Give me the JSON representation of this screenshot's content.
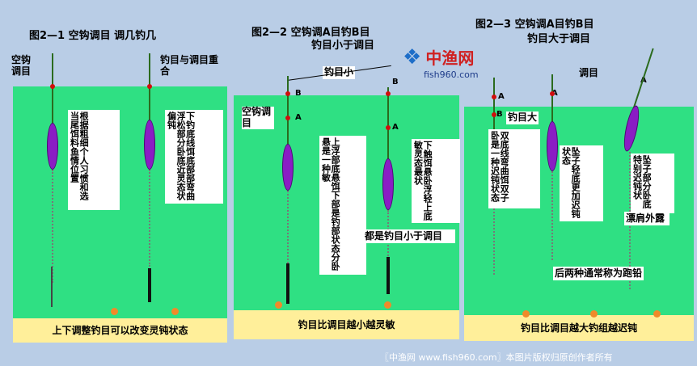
{
  "panel1": {
    "title": "图2—1  空钩调目   调几钓几",
    "label_kongou": "空钩调目",
    "label_diaomu": "钓目与调目重合",
    "text_left": "根据粗细个人习惯和选当尾饵料鱼情位置",
    "text_right": "下钓底线饵底部部弯曲浮松部分卧底近灵态状偏钝",
    "footer": "上下调整钓目可以改变灵钝状态"
  },
  "panel2": {
    "title": "图2—2   空钩调A目钓B目",
    "subtitle": "钓目小于调目",
    "label_diaomuxiao": "钓目小",
    "label_kongou": "空钩调目",
    "mark_a": "A",
    "mark_b": "B",
    "text_left": "上浮部底悬饵下部是钓部状态分卧悬是一种敏",
    "text_right": "下触饵悬卧浮轻上底敏灵态最状",
    "note": "都是钓目小于调目",
    "footer": "钓目比调目越小越灵敏"
  },
  "panel3": {
    "title": "图2—3   空钩调A目钓B目",
    "subtitle": "钓目大于调目",
    "label_tiaomu": "调目",
    "label_diaomuda": "钓目大",
    "mark_a": "A",
    "mark_b": "B",
    "text_left": "双底线弯曲饵双子卧是一种迟钝状态",
    "text_mid": "坠子轻底更加迟钝状态",
    "text_right": "坠子部分卧底特别迟钝状",
    "note_float": "漂肩外露",
    "note_both": "后两种通常称为跑铅",
    "footer": "钓目比调目越大钓组越迟钝"
  },
  "logo": {
    "name": "中渔网",
    "url": "fish960.com"
  },
  "footer": "〖中渔网 www.fish960.com〗本图片版权归原创作者所有",
  "colors": {
    "water": "#2fe083",
    "ground": "#ffef9a",
    "float": "#8a1dc4",
    "background": "#b9cde6"
  }
}
